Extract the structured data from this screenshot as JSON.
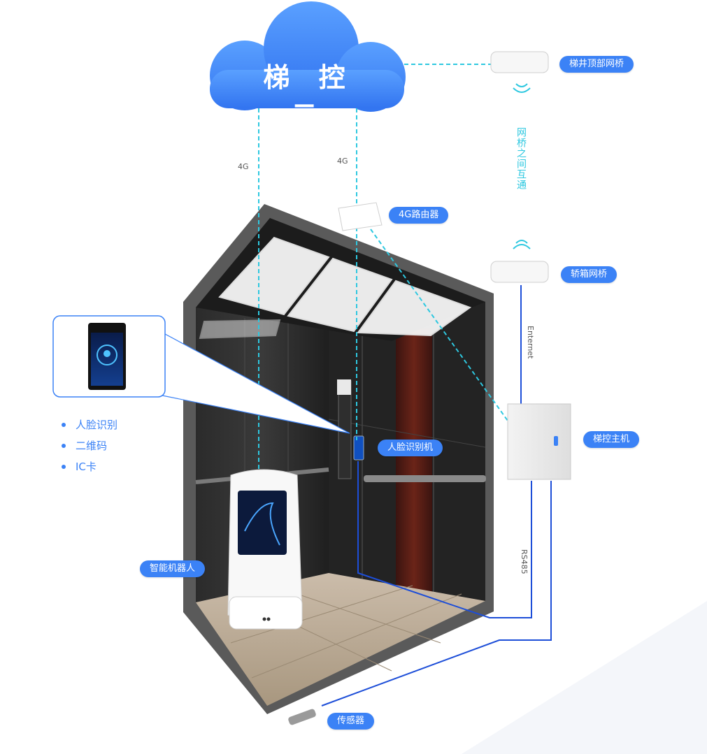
{
  "cloud": {
    "label": "梯 控 云"
  },
  "links": {
    "left_4g": "4G",
    "right_4g": "4G",
    "between_bridges": "网桥之间互通",
    "ethernet": "Enternet",
    "rs485": "RS485"
  },
  "labels": {
    "top_bridge": "梯井顶部网桥",
    "router": "4G路由器",
    "car_bridge": "轿箱网桥",
    "controller": "梯控主机",
    "face_device": "人脸识别机",
    "robot": "智能机器人",
    "sensor": "传感器"
  },
  "features": [
    "人脸识别",
    "二维码",
    "IC卡"
  ],
  "colors": {
    "accent": "#3b82f6",
    "dashed_link": "#2ec8e0",
    "wire": "#1d4ed8"
  }
}
